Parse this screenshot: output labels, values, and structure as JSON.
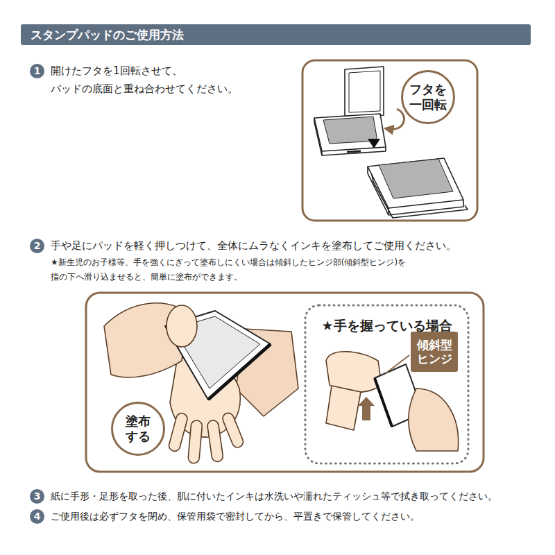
{
  "diagram": {
    "title": "スタンプパッドのご使用方法",
    "nodes": [
      {
        "text": [
          "1"
        ]
      },
      {
        "text": [
          "2"
        ]
      },
      {
        "text": [
          "3"
        ]
      },
      {
        "text": [
          "4"
        ]
      },
      {
        "text": [
          "フタを 一回転"
        ]
      },
      {
        "text": [
          "塗布 する"
        ]
      },
      {
        "text": [
          "★手を握っている場合"
        ]
      },
      {
        "text": [
          "傾斜型 ヒンジ"
        ],
        "in": 6
      }
    ],
    "labels": [
      "開けたフタを1回転させて、 パッドの底面と重ね合わせてください。",
      "手や足にパッドを軽く押しつけて、全体にムラなくインキを塗布してご使用ください。",
      "★新生児のお子様等、手を強くにぎって塗布しにくい場合は傾斜したヒンジ部(傾斜型ヒンジ)を 指の下へ滑り込ませると、簡単に塗布ができます。",
      "紙に手形・足形を取った後、肌に付いたインキは水洗いや濡れたティッシュ等で拭き取ってください。",
      "ご使用後は必ずフタを閉め、保管用袋で密封してから、平置きで保管してください。"
    ]
  }
}
